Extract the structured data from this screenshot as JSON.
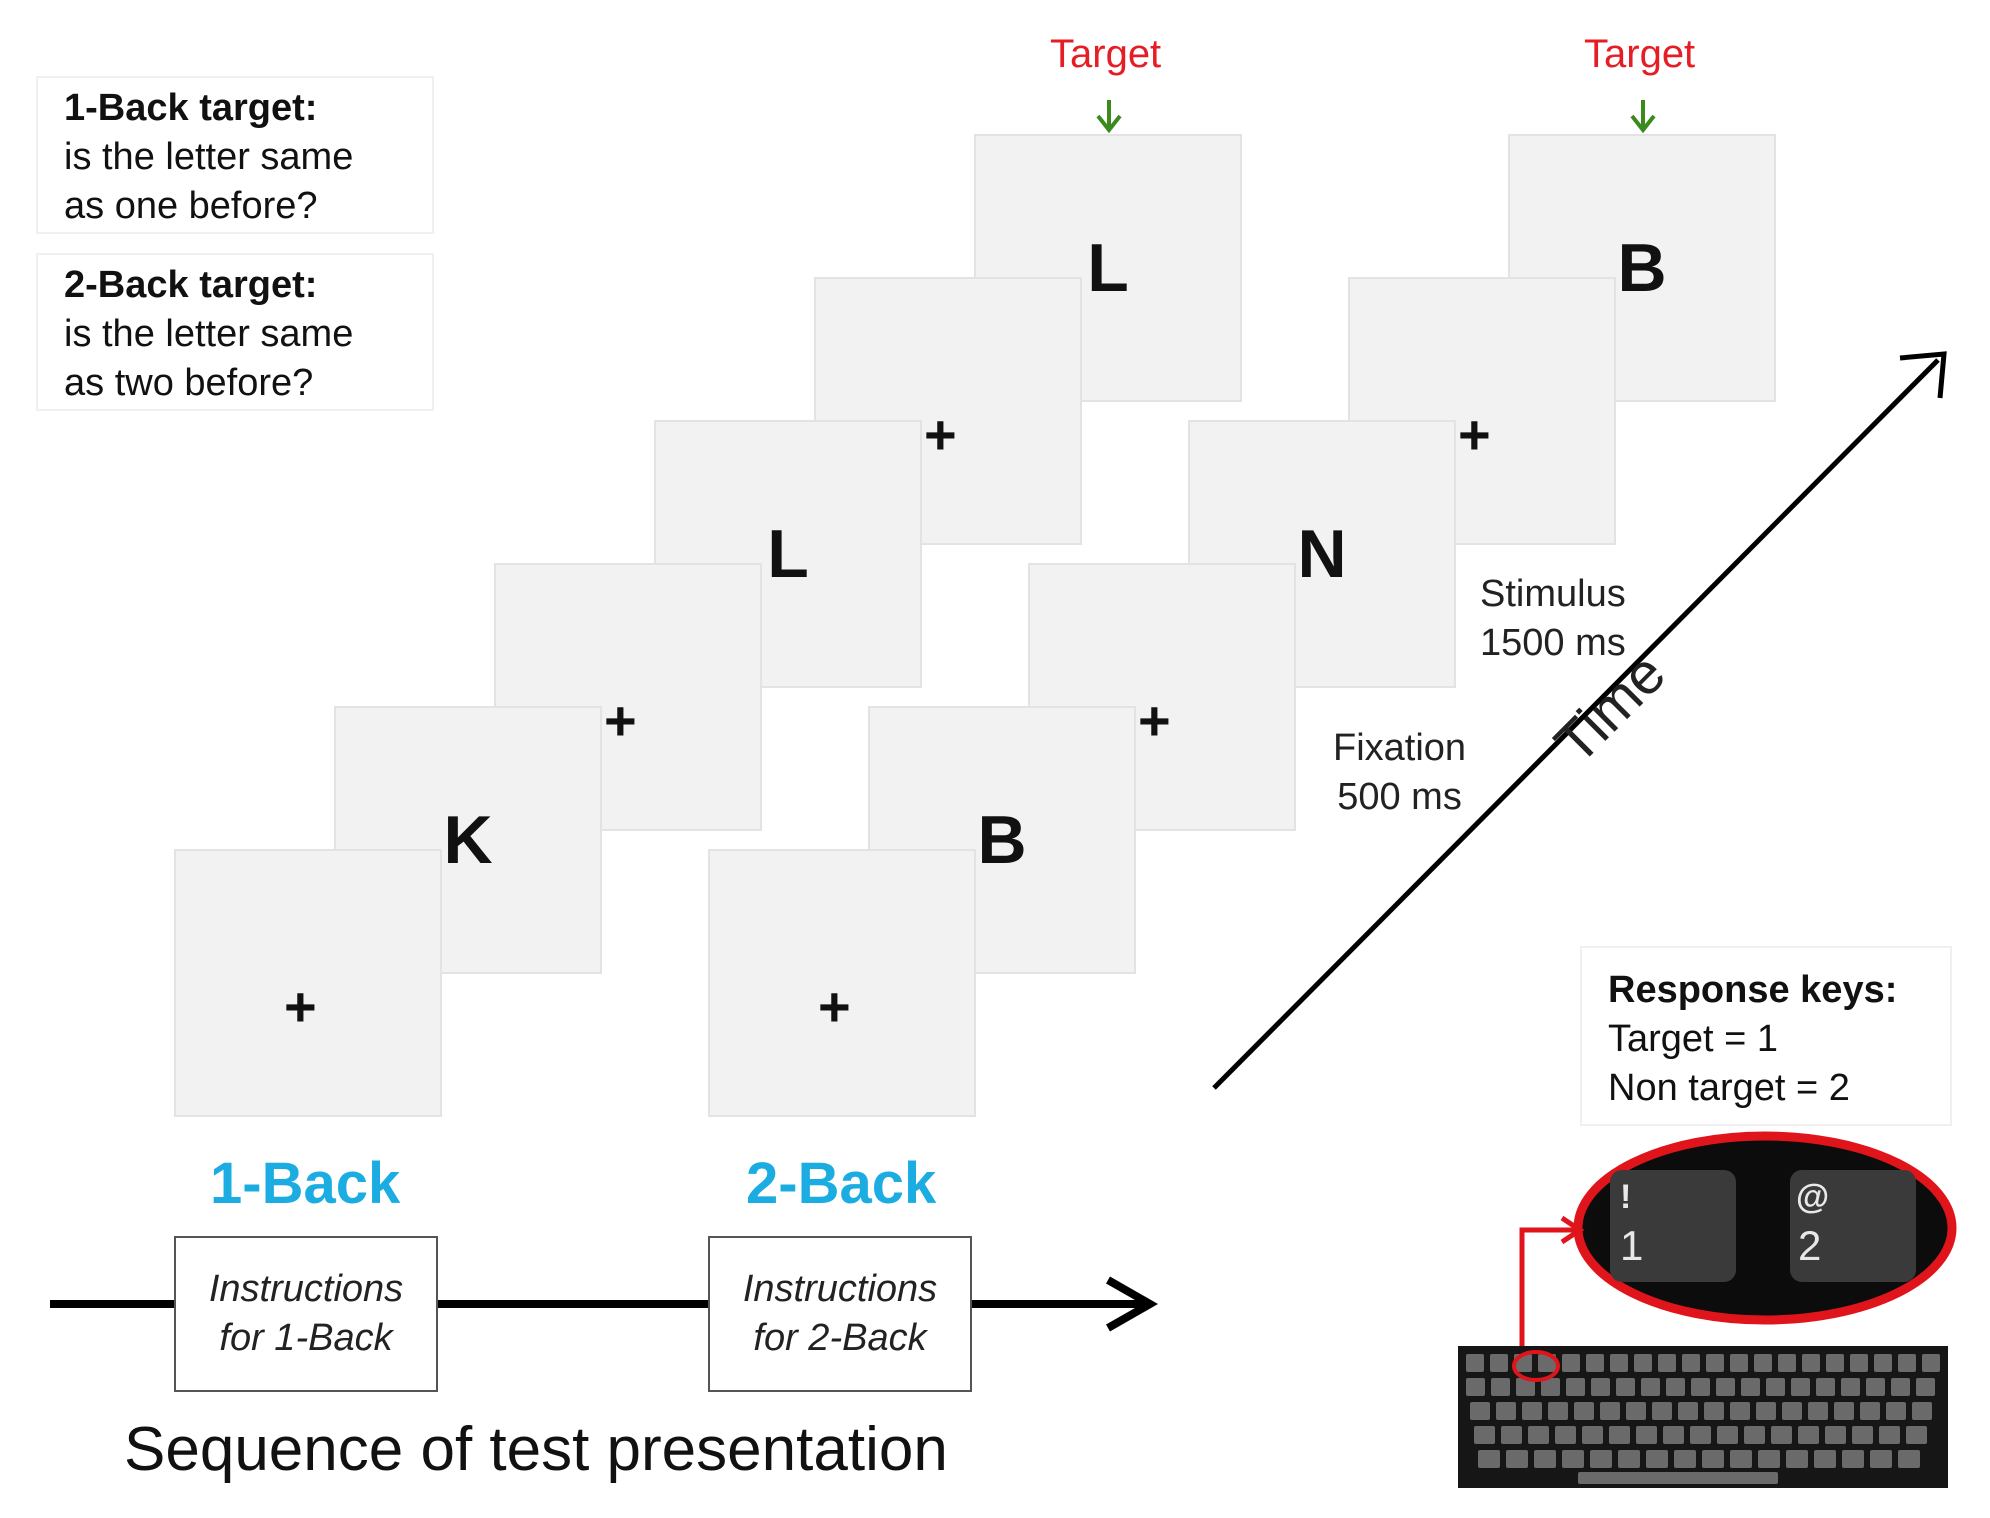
{
  "rules": {
    "one_back_title": "1-Back target:",
    "one_back_lines": [
      "is the letter same",
      "as one before?"
    ],
    "two_back_title": "2-Back target:",
    "two_back_lines": [
      "is the letter same",
      "as two before?"
    ]
  },
  "targets": [
    "Target",
    "Target"
  ],
  "sequence_one_back": [
    "+",
    "K",
    "+",
    "L",
    "+",
    "L"
  ],
  "sequence_two_back": [
    "+",
    "B",
    "+",
    "N",
    "+",
    "B"
  ],
  "timing": {
    "stimulus_lines": [
      "Stimulus",
      "1500 ms"
    ],
    "fixation_lines": [
      "Fixation",
      "500 ms"
    ],
    "time_label": "Time"
  },
  "blocks": {
    "one_back_label": "1-Back",
    "two_back_label": "2-Back",
    "one_back_instructions": [
      "Instructions",
      "for 1-Back"
    ],
    "two_back_instructions": [
      "Instructions",
      "for 2-Back"
    ]
  },
  "response": {
    "title": "Response keys:",
    "lines": [
      "Target = 1",
      "Non target = 2"
    ],
    "key_one": {
      "top": "!",
      "main": "1"
    },
    "key_two": {
      "top": "@",
      "main": "2"
    }
  },
  "caption": "Sequence of test presentation",
  "colors": {
    "target_label": "#e51e25",
    "target_arrow": "#3b8a1e",
    "block_label": "#1bace2",
    "highlight": "#e0141b",
    "card_fill": "#f2f2f2"
  },
  "icons": [
    "down-arrow-icon",
    "time-arrow-icon",
    "timeline-arrow-icon",
    "keyboard-icon"
  ]
}
